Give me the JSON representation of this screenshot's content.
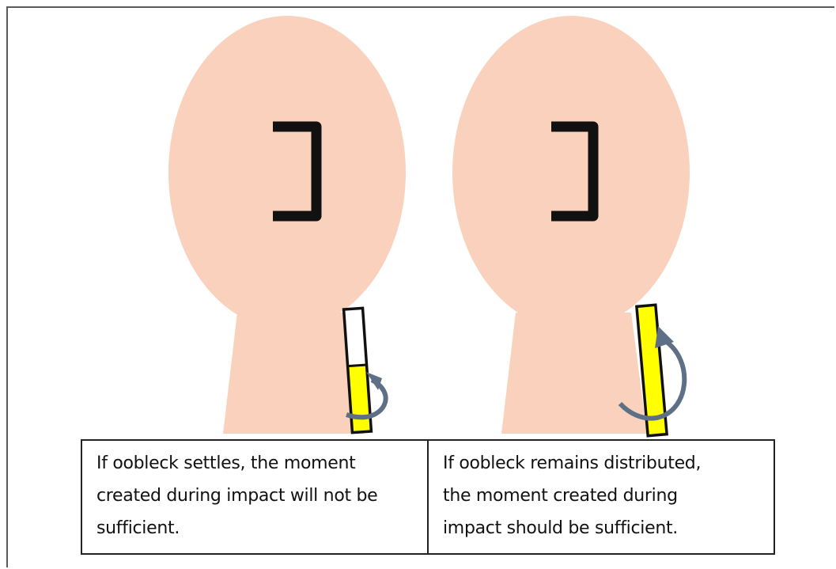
{
  "colors": {
    "skin": "#f9d1bd",
    "feature": "#111111",
    "tube_fill": "#ffff00",
    "tube_empty": "#ffffff",
    "arrow": "#5e7085",
    "border": "#222222"
  },
  "panels": [
    {
      "id": "settled",
      "tube_fill_fraction": 0.54,
      "caption_lines": [
        "If oobleck settles, the moment",
        "created during impact will not be",
        "sufficient."
      ]
    },
    {
      "id": "distributed",
      "tube_fill_fraction": 1.0,
      "caption_lines": [
        "If oobleck remains distributed,",
        "the moment created during",
        "impact should be sufficient."
      ]
    }
  ]
}
